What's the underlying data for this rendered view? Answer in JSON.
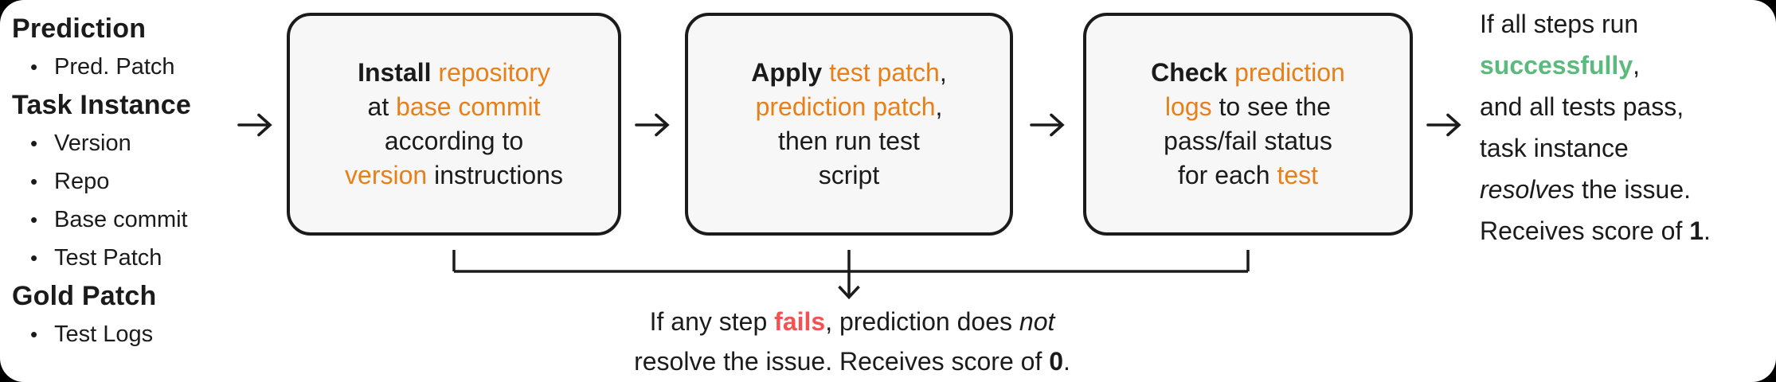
{
  "palette": {
    "ink": "#1B1B1B",
    "orange": "#E8801A",
    "green": "#5CBA7D",
    "red": "#F25352",
    "box_bg": "#F7F7F7",
    "canvas_bg": "#FFFFFF",
    "outside_bg": "#000000"
  },
  "icons": {
    "flow_arrow": "arrow-right",
    "fail_branch": "merge-down-arrow",
    "bullet": "list-bullet"
  },
  "left_panel": {
    "bullet_glyph": "•",
    "sections": [
      {
        "heading": "Prediction",
        "items": [
          "Pred. Patch"
        ]
      },
      {
        "heading": "Task Instance",
        "items": [
          "Version",
          "Repo",
          "Base commit",
          "Test Patch"
        ]
      },
      {
        "heading": "Gold Patch",
        "items": [
          "Test Logs"
        ]
      }
    ]
  },
  "flow_boxes": [
    {
      "name": "install-step",
      "lines": [
        {
          "segments": [
            {
              "text": "Install ",
              "style": "bold"
            },
            {
              "text": "repository",
              "style": "orange"
            }
          ]
        },
        {
          "segments": [
            {
              "text": "at ",
              "style": "plain"
            },
            {
              "text": "base commit",
              "style": "orange"
            }
          ]
        },
        {
          "segments": [
            {
              "text": "according to",
              "style": "plain"
            }
          ]
        },
        {
          "segments": [
            {
              "text": "version",
              "style": "orange"
            },
            {
              "text": " instructions",
              "style": "plain"
            }
          ]
        }
      ]
    },
    {
      "name": "apply-step",
      "lines": [
        {
          "segments": [
            {
              "text": "Apply ",
              "style": "bold"
            },
            {
              "text": "test patch",
              "style": "orange"
            },
            {
              "text": ",",
              "style": "plain"
            }
          ]
        },
        {
          "segments": [
            {
              "text": "prediction patch",
              "style": "orange"
            },
            {
              "text": ",",
              "style": "plain"
            }
          ]
        },
        {
          "segments": [
            {
              "text": "then run test",
              "style": "plain"
            }
          ]
        },
        {
          "segments": [
            {
              "text": "script",
              "style": "plain"
            }
          ]
        }
      ]
    },
    {
      "name": "check-step",
      "lines": [
        {
          "segments": [
            {
              "text": "Check ",
              "style": "bold"
            },
            {
              "text": "prediction",
              "style": "orange"
            }
          ]
        },
        {
          "segments": [
            {
              "text": "logs",
              "style": "orange"
            },
            {
              "text": " to see the",
              "style": "plain"
            }
          ]
        },
        {
          "segments": [
            {
              "text": "pass/fail status",
              "style": "plain"
            }
          ]
        },
        {
          "segments": [
            {
              "text": "for each ",
              "style": "plain"
            },
            {
              "text": "test",
              "style": "orange"
            }
          ]
        }
      ]
    }
  ],
  "success_note": {
    "lines": [
      {
        "segments": [
          {
            "text": "If all steps run",
            "style": "plain"
          }
        ]
      },
      {
        "segments": [
          {
            "text": "successfully",
            "style": "green-bold"
          },
          {
            "text": ",",
            "style": "plain"
          }
        ]
      },
      {
        "segments": [
          {
            "text": "and all tests pass,",
            "style": "plain"
          }
        ]
      },
      {
        "segments": [
          {
            "text": "task instance",
            "style": "plain"
          }
        ]
      },
      {
        "segments": [
          {
            "text": "resolves",
            "style": "italic"
          },
          {
            "text": " the issue.",
            "style": "plain"
          }
        ]
      },
      {
        "segments": [
          {
            "text": "Receives score of ",
            "style": "plain"
          },
          {
            "text": "1",
            "style": "bold"
          },
          {
            "text": ".",
            "style": "plain"
          }
        ]
      }
    ]
  },
  "fail_note": {
    "lines": [
      {
        "segments": [
          {
            "text": "If any step ",
            "style": "plain"
          },
          {
            "text": "fails",
            "style": "red-bold"
          },
          {
            "text": ", prediction does ",
            "style": "plain"
          },
          {
            "text": "not",
            "style": "italic"
          }
        ]
      },
      {
        "segments": [
          {
            "text": "resolve the issue. Receives score of ",
            "style": "plain"
          },
          {
            "text": "0",
            "style": "bold"
          },
          {
            "text": ".",
            "style": "plain"
          }
        ]
      }
    ]
  }
}
